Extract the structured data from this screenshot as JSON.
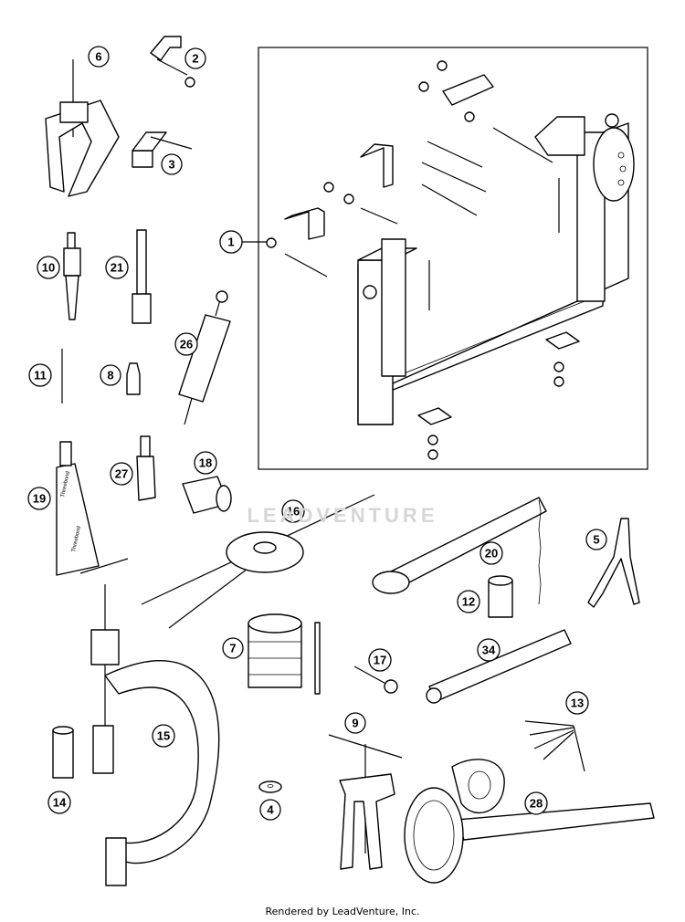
{
  "watermark": "LEADVENTURE",
  "footer": "Rendered by LeadVenture, Inc.",
  "callouts": [
    {
      "label": "1"
    },
    {
      "label": "2"
    },
    {
      "label": "3"
    },
    {
      "label": "4"
    },
    {
      "label": "5"
    },
    {
      "label": "6"
    },
    {
      "label": "7"
    },
    {
      "label": "8"
    },
    {
      "label": "9"
    },
    {
      "label": "10"
    },
    {
      "label": "11"
    },
    {
      "label": "12"
    },
    {
      "label": "13"
    },
    {
      "label": "14"
    },
    {
      "label": "15"
    },
    {
      "label": "16"
    },
    {
      "label": "17"
    },
    {
      "label": "18"
    },
    {
      "label": "19"
    },
    {
      "label": "20"
    },
    {
      "label": "21"
    },
    {
      "label": "26"
    },
    {
      "label": "27"
    },
    {
      "label": "28"
    },
    {
      "label": "34"
    }
  ],
  "tube_label": {
    "top": "Threebond",
    "bottom": "Threebond"
  }
}
